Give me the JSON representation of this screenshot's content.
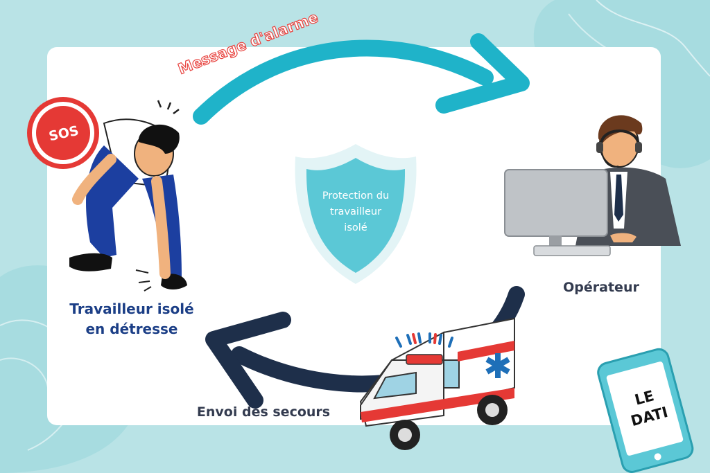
{
  "colors": {
    "background": "#b9e3e6",
    "card": "#ffffff",
    "teal_arrow": "#1fb3c9",
    "navy_arrow": "#1e2f4a",
    "shield_fill": "#5bc8d6",
    "shield_border": "#e3f4f6",
    "worker_label": "#1b3e86",
    "operator_label": "#333b4f",
    "rescue_label": "#333b4f",
    "alarm_text_stroke": "#e8433f",
    "sos_red": "#e53935"
  },
  "top_arrow": {
    "label": "Message d'alarme"
  },
  "shield": {
    "line1": "Protection du",
    "line2": "travailleur",
    "line3": "isolé"
  },
  "worker": {
    "label_line1": "Travailleur isolé",
    "label_line2": "en détresse",
    "sos_text": "SOS"
  },
  "operator": {
    "label": "Opérateur"
  },
  "rescue": {
    "label": "Envoi des secours"
  },
  "phone": {
    "line1": "LE",
    "line2": "DATI"
  },
  "icons": [
    "sos-badge-icon",
    "distressed-worker-icon",
    "operator-icon",
    "computer-icon",
    "ambulance-icon",
    "phone-icon",
    "shield-icon"
  ]
}
